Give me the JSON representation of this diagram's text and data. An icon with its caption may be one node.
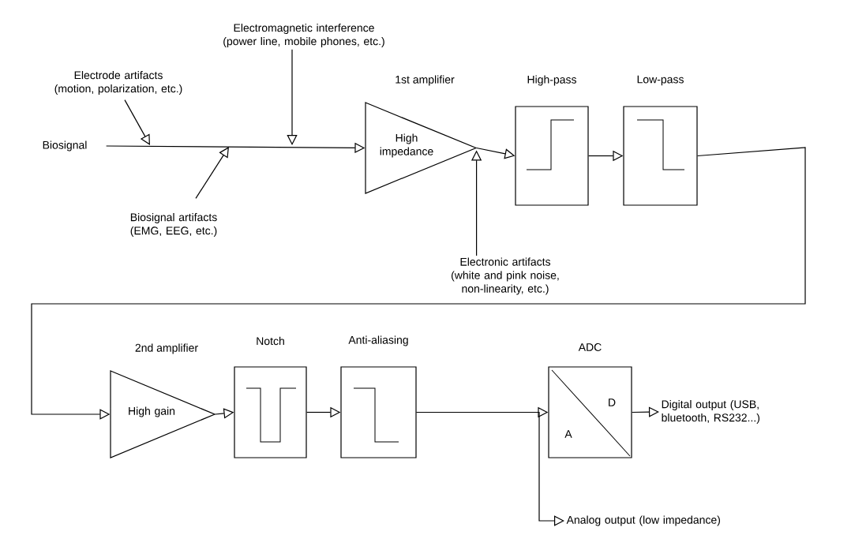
{
  "diagram": {
    "nodes": [
      {
        "text": [
          "Biosignal"
        ]
      },
      {
        "text": [
          "Electrode artifacts (motion, polarization, etc.)"
        ]
      },
      {
        "text": [
          "Electromagnetic interference (power line, mobile phones, etc.)"
        ]
      },
      {
        "text": [
          "Biosignal artifacts (EMG, EEG, etc.)"
        ]
      },
      {
        "text": [
          "1st amplifier",
          "High impedance"
        ]
      },
      {
        "text": [
          "Electronic artifacts (white and pink noise, non-linearity, etc.)"
        ]
      },
      {
        "text": [
          "High-pass"
        ]
      },
      {
        "text": [
          "Low-pass"
        ]
      },
      {
        "text": [
          "2nd amplifier",
          "High gain"
        ]
      },
      {
        "text": [
          "Notch"
        ]
      },
      {
        "text": [
          "Anti-aliasing"
        ]
      },
      {
        "text": [
          "ADC",
          "D",
          "A"
        ]
      },
      {
        "text": [
          "Digital output (USB, bluetooth, RS232...)"
        ]
      },
      {
        "text": [
          "Analog output (low impedance)"
        ]
      }
    ],
    "edges": [
      {
        "from": 0,
        "to": 4,
        "arrow": "to"
      },
      {
        "from": 1,
        "to": null,
        "arrow": "to"
      },
      {
        "from": 2,
        "to": null,
        "arrow": "to"
      },
      {
        "from": 3,
        "to": null,
        "arrow": "to"
      },
      {
        "from": 5,
        "to": 4,
        "arrow": "to"
      },
      {
        "from": 4,
        "to": 6,
        "arrow": "to"
      },
      {
        "from": 6,
        "to": 7,
        "arrow": "to"
      },
      {
        "from": 7,
        "to": 8,
        "arrow": "to"
      },
      {
        "from": 8,
        "to": 9,
        "arrow": "to"
      },
      {
        "from": 9,
        "to": 10,
        "arrow": "to"
      },
      {
        "from": 10,
        "to": 11,
        "arrow": "to"
      },
      {
        "from": 10,
        "to": 13,
        "arrow": "to"
      },
      {
        "from": 11,
        "to": 12,
        "arrow": "to"
      }
    ]
  }
}
